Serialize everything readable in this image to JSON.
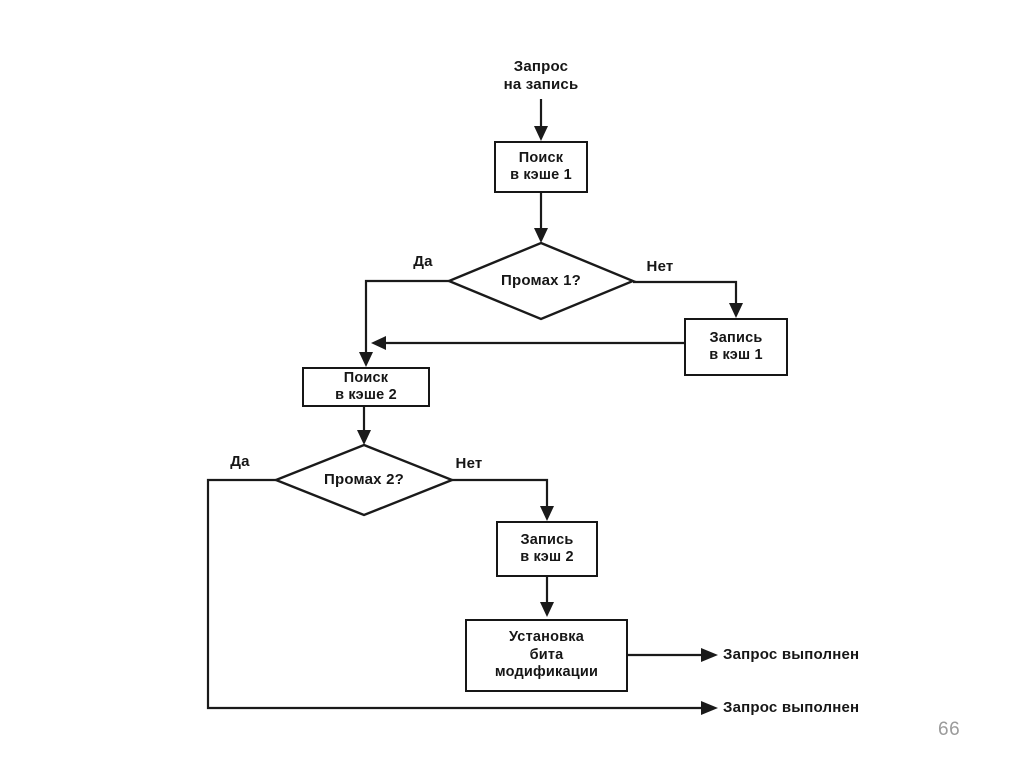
{
  "colors": {
    "ink": "#1a1a1a",
    "background": "#ffffff",
    "page_number_gray": "#9b9b9b"
  },
  "flowchart": {
    "start": {
      "line1": "Запрос",
      "line2": "на запись"
    },
    "nodes": {
      "search_cache1": {
        "line1": "Поиск",
        "line2": "в кэше 1"
      },
      "write_cache1": {
        "line1": "Запись",
        "line2": "в кэш 1"
      },
      "search_cache2": {
        "line1": "Поиск",
        "line2": "в кэше 2"
      },
      "write_cache2": {
        "line1": "Запись",
        "line2": "в кэш 2"
      },
      "set_modification_bit": {
        "line1": "Установка",
        "line2": "бита",
        "line3": "модификации"
      }
    },
    "decisions": {
      "miss1": "Промах 1?",
      "miss2": "Промах 2?"
    },
    "branch_labels": {
      "miss1_yes": "Да",
      "miss1_no": "Нет",
      "miss2_yes": "Да",
      "miss2_no": "Нет"
    },
    "terminals": {
      "done_top": "Запрос выполнен",
      "done_bottom": "Запрос выполнен"
    }
  },
  "page": {
    "number": "66"
  }
}
